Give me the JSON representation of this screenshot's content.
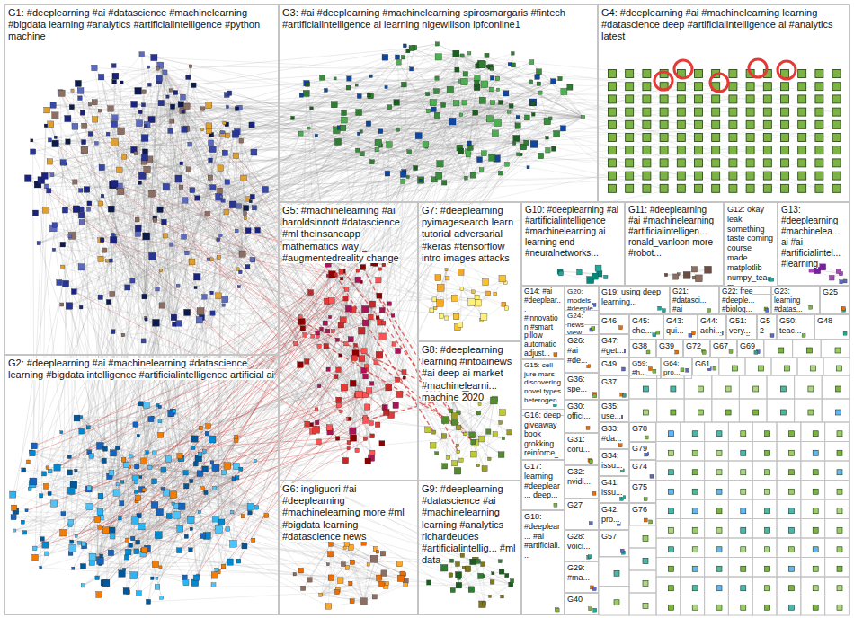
{
  "diagram": {
    "nodes": [
      {
        "text": [
          "G1: #deeplearning #ai #datascience #machinelearning #bigdata learning #analytics #artificialintelligence #python machine"
        ]
      },
      {
        "text": [
          "G3: #ai #deeplearning #machinelearning spirosmargaris #fintech #artificialintelligence ai learning nigewillson ipfconline1"
        ]
      },
      {
        "text": [
          "G4: #deeplearning #ai #machinelearning learning #datascience deep #artificialintelligence ai #analytics latest"
        ]
      },
      {
        "text": [
          "G5: #machinelearning #ai haroldsinnott #datascience #ml theinsaneapp mathematics way #augmentedreality change"
        ]
      },
      {
        "text": [
          "G7: #deeplearning pyimagesearch learn tutorial adversarial #keras #tensorflow intro images attacks"
        ]
      },
      {
        "text": [
          "G10: #deeplearning #ai #artificialintelligence #machinelearning ai learning end #neuralnetworks..."
        ]
      },
      {
        "text": [
          "G11: #deeplearning #ai #machinelearning #artificialintelligen... ronald_vanloon more #robot..."
        ]
      },
      {
        "text": [
          "G12: okay leak something taste coming course made matplotlib numpy_team..."
        ]
      },
      {
        "text": [
          "G13: #deeplearning #machinelea... ai #ai #artificialintel... #learning"
        ]
      },
      {
        "text": [
          "G14: #ai #deeplear... #innovation #smart pillow automatic adjust..."
        ]
      },
      {
        "text": [
          "G20: models #deeplear..."
        ]
      },
      {
        "text": [
          "G19: using deep learning..."
        ]
      },
      {
        "text": [
          "G21: #datasci... #ai"
        ]
      },
      {
        "text": [
          "G22: free #deeple... #biolog..."
        ]
      },
      {
        "text": [
          "G23: learning #datas..."
        ]
      },
      {
        "text": [
          "G25"
        ]
      },
      {
        "text": [
          "G24: news view..."
        ]
      },
      {
        "text": [
          "G45: che..."
        ]
      },
      {
        "text": [
          "G43: qui..."
        ]
      },
      {
        "text": [
          "G44: achi..."
        ]
      },
      {
        "text": [
          "G51: very..."
        ]
      },
      {
        "text": [
          "G52"
        ]
      },
      {
        "text": [
          "G50: teac..."
        ]
      },
      {
        "text": [
          "G48"
        ]
      },
      {
        "text": [
          "G46"
        ]
      },
      {
        "text": [
          "G47: #get..."
        ]
      },
      {
        "text": [
          "G26: #ai #de..."
        ]
      },
      {
        "text": [
          "G38"
        ]
      },
      {
        "text": [
          "G39"
        ]
      },
      {
        "text": [
          "G72"
        ]
      },
      {
        "text": [
          "G67"
        ]
      },
      {
        "text": [
          "G69"
        ]
      },
      {
        "text": [
          "G8: #deeplearning learning #intoainews #ai deep ai market #machinelearni... machine 2020"
        ]
      },
      {
        "text": [
          "G2: #deeplearning #ai #machinelearning #datascience learning #bigdata intelligence #artificialintelligence artificial ai"
        ]
      },
      {
        "text": [
          "G15: cell jure mars discovering novel types heterogen..."
        ]
      },
      {
        "text": [
          "G49"
        ]
      },
      {
        "text": [
          "G59: #h..."
        ]
      },
      {
        "text": [
          "G64: pro..."
        ]
      },
      {
        "text": [
          "G61"
        ]
      },
      {
        "text": [
          "G36: spe..."
        ]
      },
      {
        "text": [
          "G37"
        ]
      },
      {
        "text": [
          "G30: offici..."
        ]
      },
      {
        "text": [
          "G35: use..."
        ]
      },
      {
        "text": [
          "G16: deep giveaway book grokking reinforce..."
        ]
      },
      {
        "text": [
          "G33: #da..."
        ]
      },
      {
        "text": [
          "G78"
        ]
      },
      {
        "text": [
          "G31: coru..."
        ]
      },
      {
        "text": [
          "G79"
        ]
      },
      {
        "text": [
          "G34: issu..."
        ]
      },
      {
        "text": [
          "G17: learning #deeplear... deep..."
        ]
      },
      {
        "text": [
          "G74"
        ]
      },
      {
        "text": [
          "G32: nvidi..."
        ]
      },
      {
        "text": [
          "G41: issu..."
        ]
      },
      {
        "text": [
          "G6: ingliguori #ai #deeplearning #machinelearning more #ml #bigdata learning #datascience news"
        ]
      },
      {
        "text": [
          "G9: #deeplearning #datascience #ai #machinelearning learning #analytics richardeudes #artificialintellig... #ml data"
        ]
      },
      {
        "text": [
          "G75"
        ]
      },
      {
        "text": [
          "G27"
        ]
      },
      {
        "text": [
          "G42: pro..."
        ]
      },
      {
        "text": [
          "G76"
        ]
      },
      {
        "text": [
          "G18: #deeplear... #ai #artificiali..."
        ]
      },
      {
        "text": [
          "G57"
        ]
      },
      {
        "text": [
          "G28: voici..."
        ]
      },
      {
        "text": [
          "G29: #ma..."
        ]
      },
      {
        "text": [
          "G40"
        ]
      }
    ]
  }
}
